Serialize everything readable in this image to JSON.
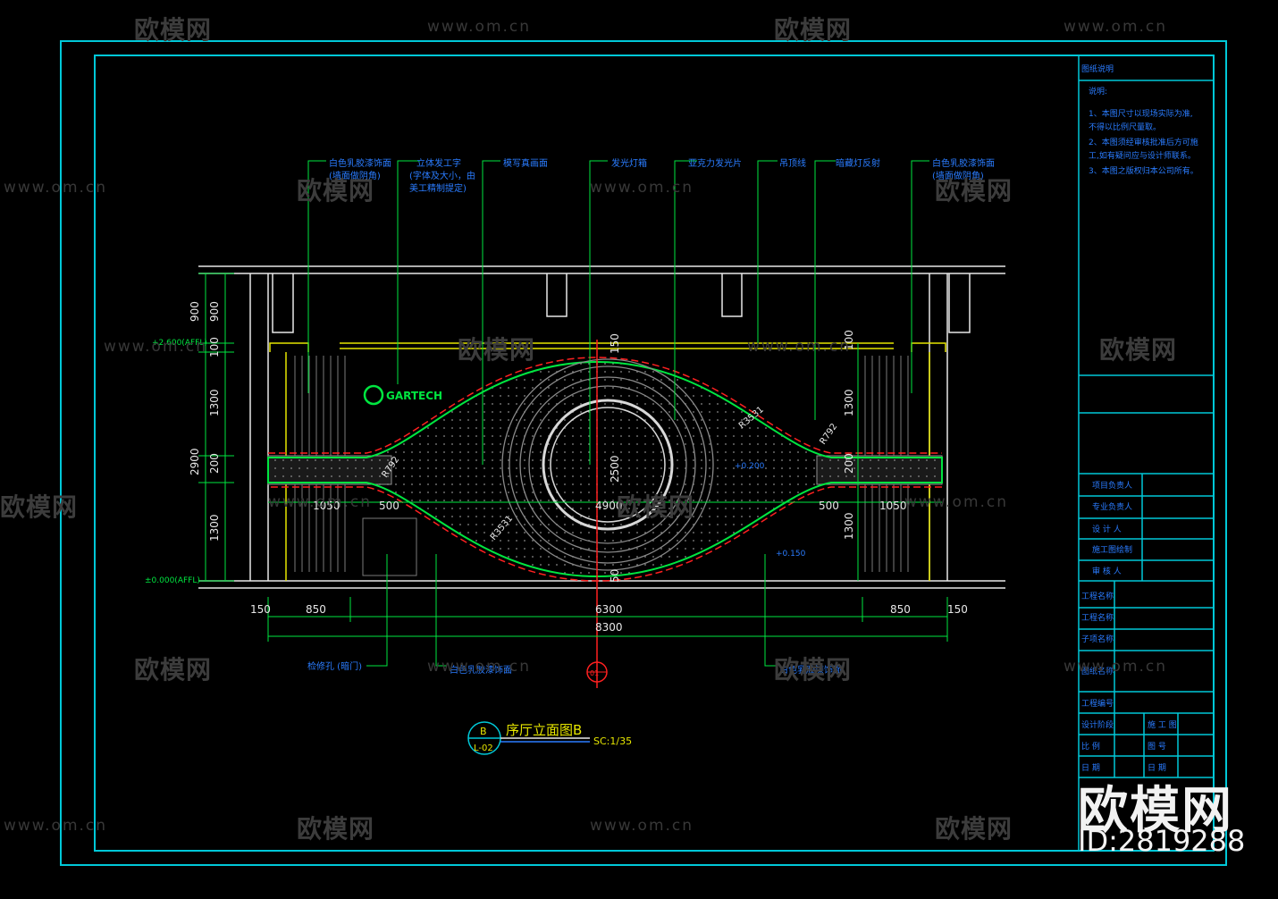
{
  "watermarks": {
    "logo_text": "欧模网",
    "url_text": "www.om.cn"
  },
  "brand": {
    "name": "欧模网",
    "id": "ID:2819288"
  },
  "colors": {
    "frame": "#00c8d8",
    "green": "#00e640",
    "red": "#ff2020",
    "yellow": "#e6e600",
    "white": "#e8e8e8",
    "gray": "#909090",
    "blue": "#2a7cff"
  },
  "drawing": {
    "title": "序厅立面图B",
    "scale": "SC:1/35",
    "tag_top": "B",
    "tag_bottom": "L-02",
    "callouts_top": [
      {
        "label": "白色乳胶漆饰面",
        "label2": "(墙面做阴角)"
      },
      {
        "label": "立体发工字",
        "label2": "(字体及大小，由",
        "label3": "美工精制提定)"
      },
      {
        "label": "模写真画面"
      },
      {
        "label": "发光灯箱"
      },
      {
        "label": "亚克力发光片"
      },
      {
        "label": "吊顶线"
      },
      {
        "label": "暗藏灯反射"
      },
      {
        "label": "白色乳胶漆饰面",
        "label2": "(墙面做阴角)"
      }
    ],
    "callouts_bottom": [
      {
        "label": "检修孔 (暗门)"
      },
      {
        "label": "白色乳胶漆饰面"
      },
      {
        "label": "白色乳胶漆饰面"
      }
    ],
    "dims_left": [
      "900",
      "900",
      "100",
      "1300",
      "2900",
      "200",
      "1300"
    ],
    "dims_right": [
      "100",
      "1300",
      "200",
      "1300"
    ],
    "dims_center": [
      "150",
      "2500",
      "50"
    ],
    "dims_mid_row": [
      "1050",
      "500",
      "4900",
      "500",
      "1050"
    ],
    "dims_bottom_row": [
      "150",
      "850",
      "6300",
      "850",
      "150"
    ],
    "dim_total": "8300",
    "radius_labels": [
      "R792",
      "R3531",
      "R3531",
      "R792"
    ],
    "levels": [
      "+2.600(AFFL)",
      "±0.000(AFFL)"
    ],
    "level_notes": [
      "+0.200",
      "+0.150"
    ],
    "logo": "GARTECH",
    "section_mark": "01"
  },
  "title_block": {
    "header": "图纸说明",
    "notes_title": "说明:",
    "notes": [
      "1、本图尺寸以现场实际为准,",
      "   不得以比例尺量取。",
      "2、本图须经审核批准后方可施",
      "   工,如有疑问应与设计师联系。",
      "3、本图之版权归本公司所有。"
    ],
    "roles": [
      "项目负责人",
      "专业负责人",
      "设 计 人",
      "施工图绘制",
      "审 核 人"
    ],
    "fields": [
      "工程名称",
      "工程名称",
      "子项名称",
      "图纸名称",
      "工程编号"
    ],
    "meta": [
      [
        "设计阶段",
        "施 工 图"
      ],
      [
        "比 例",
        "图 号"
      ],
      [
        "日 期",
        "日 期"
      ]
    ]
  }
}
